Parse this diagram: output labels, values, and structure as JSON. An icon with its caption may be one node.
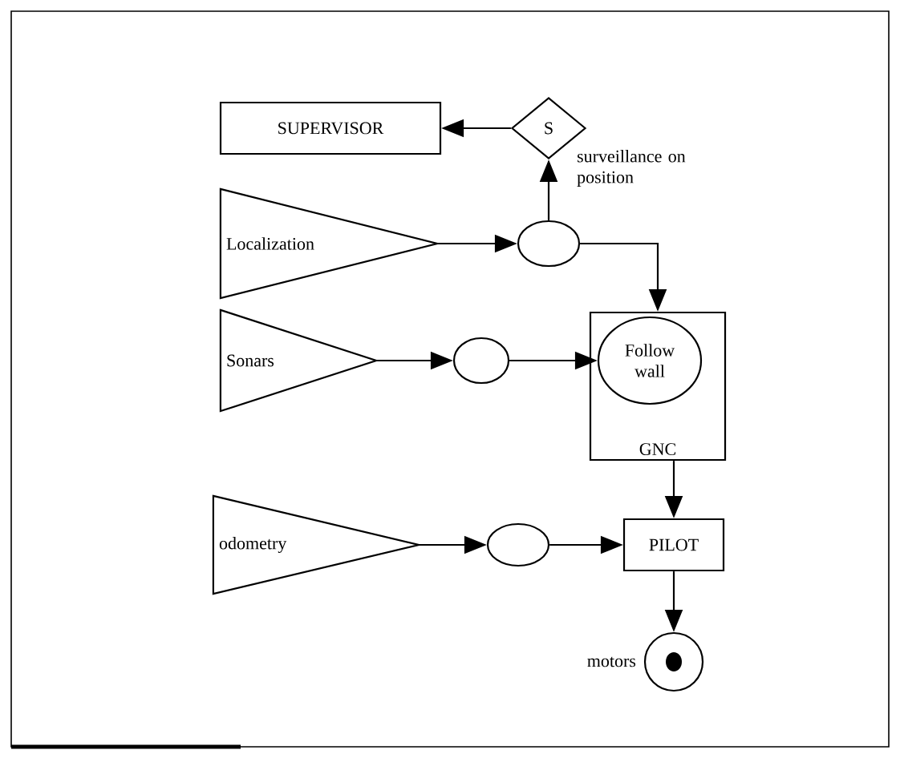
{
  "diagram": {
    "nodes": [
      {
        "text": [
          "SUPERVISOR"
        ]
      },
      {
        "text": [
          "S"
        ],
        "beside": [
          "surveillance on position"
        ]
      },
      {
        "text": [
          "Localization"
        ]
      },
      {
        "text": [],
        "shape": "ellipse"
      },
      {
        "text": [
          "GNC"
        ]
      },
      {
        "text": [
          "Follow wall"
        ],
        "in": 4
      },
      {
        "text": [
          "Sonars"
        ]
      },
      {
        "text": [],
        "shape": "ellipse"
      },
      {
        "text": [
          "odometry"
        ]
      },
      {
        "text": [],
        "shape": "ellipse"
      },
      {
        "text": [
          "PILOT"
        ]
      },
      {
        "text": [],
        "shape": "circle",
        "beside": [
          "motors"
        ]
      }
    ],
    "edges": [
      {
        "from": 1,
        "to": 0,
        "arrow": "to"
      },
      {
        "from": 2,
        "to": 3,
        "arrow": "to"
      },
      {
        "from": 3,
        "to": 1,
        "arrow": "to"
      },
      {
        "from": 3,
        "to": 4,
        "arrow": "to"
      },
      {
        "from": 6,
        "to": 7,
        "arrow": "to"
      },
      {
        "from": 7,
        "to": 5,
        "arrow": "to"
      },
      {
        "from": 4,
        "to": 10,
        "arrow": "to"
      },
      {
        "from": 8,
        "to": 9,
        "arrow": "to"
      },
      {
        "from": 9,
        "to": 10,
        "arrow": "to"
      },
      {
        "from": 10,
        "to": 11,
        "arrow": "to"
      }
    ]
  }
}
